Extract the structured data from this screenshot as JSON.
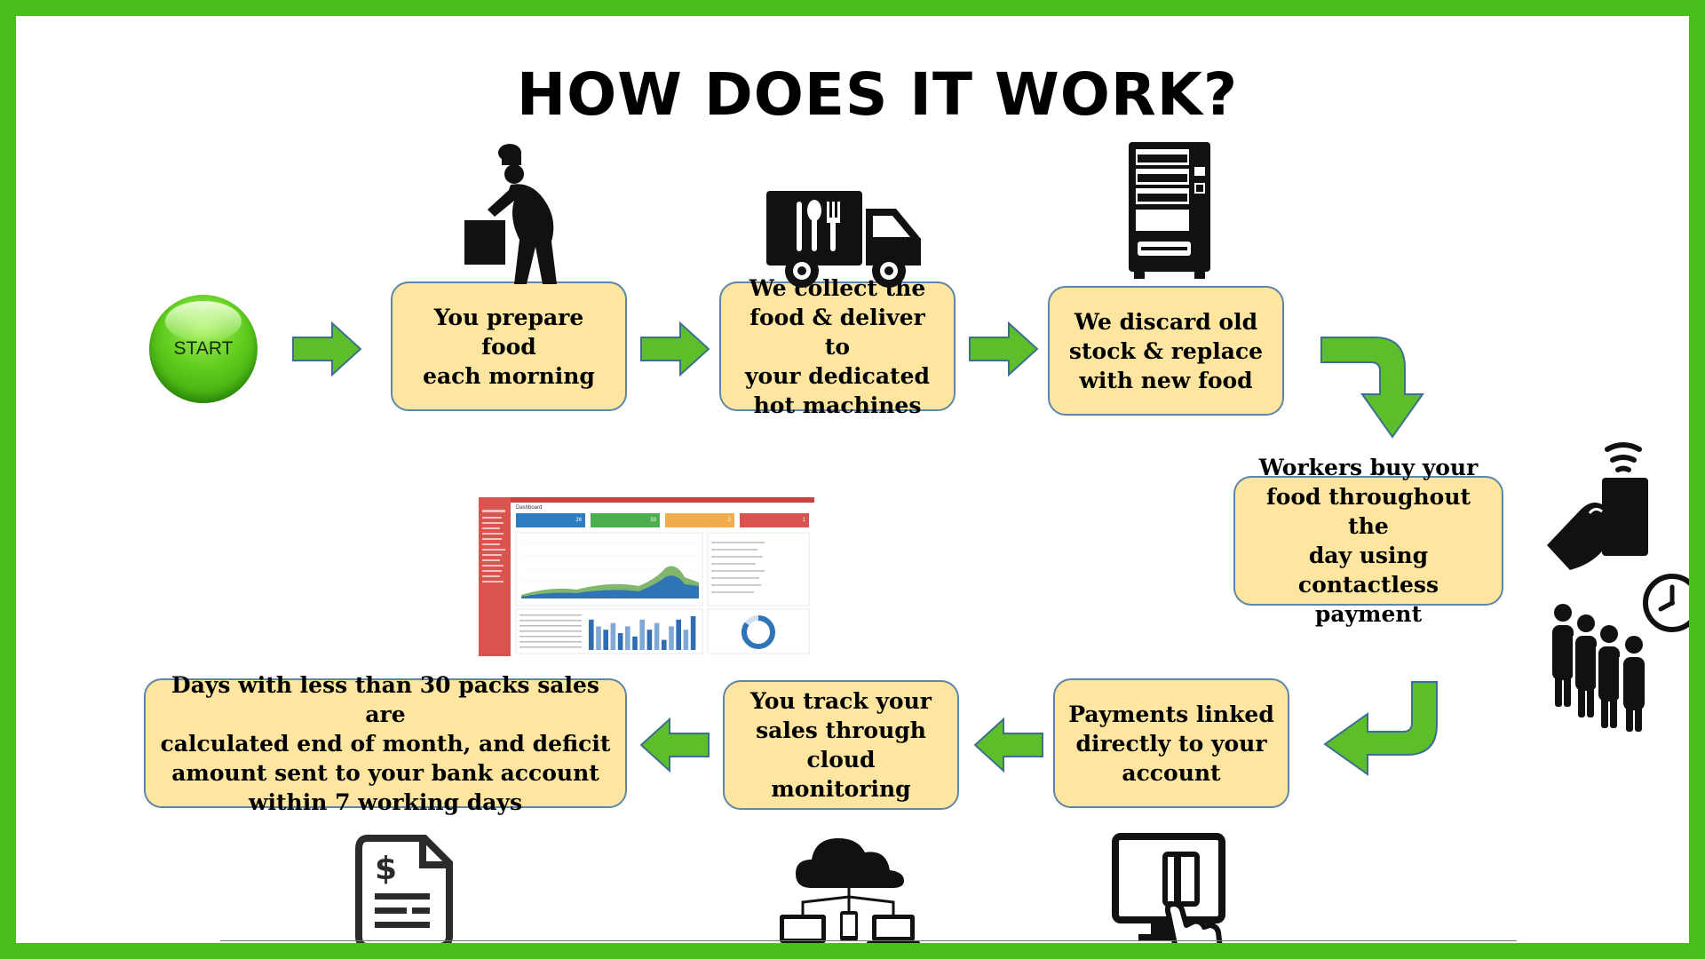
{
  "title": "HOW DOES IT WORK?",
  "start_label": "START",
  "steps": [
    "You prepare food\neach morning",
    "We collect the\nfood & deliver to\nyour dedicated\nhot machines",
    "We discard old\nstock & replace\nwith new food",
    "Workers buy your\nfood throughout the\nday using\ncontactless payment",
    "Payments linked\ndirectly to your\naccount",
    "You track your\nsales through\ncloud monitoring",
    "Days with less than 30 packs sales are\ncalculated end of month, and deficit\namount sent to your bank account\nwithin 7 working days"
  ],
  "dashboard": {
    "header_title": "Dashboard",
    "kpis": [
      {
        "value": "26",
        "color": "#2d7dc2"
      },
      {
        "value": "33",
        "color": "#4cae4c"
      },
      {
        "value": "2",
        "color": "#f0ad4e"
      },
      {
        "value": "1",
        "color": "#d9534f"
      }
    ],
    "bar_values": [
      9,
      7,
      6,
      8,
      5,
      7,
      4,
      9,
      6,
      8,
      3,
      7,
      9,
      6,
      10
    ],
    "donut_value": 0.85
  },
  "colors": {
    "frame": "#4cbd1f",
    "box_fill": "#fee6a1",
    "box_border": "#5e86a6",
    "arrow": "#5cbf2a",
    "dash_sidebar": "#d9534f"
  },
  "icons": [
    "chef-icon",
    "delivery-truck-icon",
    "vending-machine-icon",
    "contactless-payment-icon",
    "queue-people-icon",
    "clock-icon",
    "invoice-icon",
    "cloud-network-icon",
    "card-terminal-icon"
  ]
}
